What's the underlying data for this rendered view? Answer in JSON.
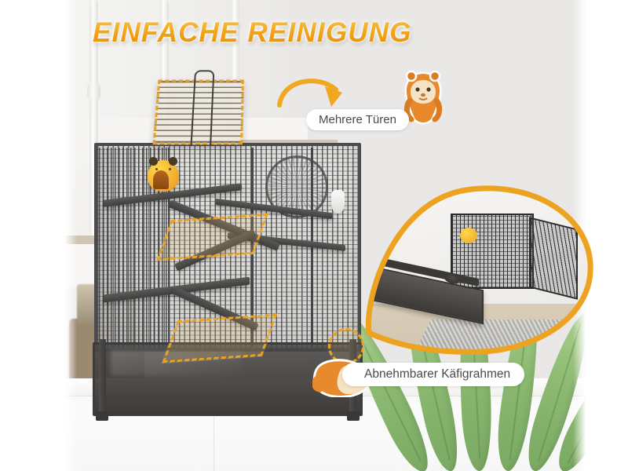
{
  "headline": {
    "text": "EINFACHE REINIGUNG",
    "color": "#f0a01a",
    "outline_color": "#ffffff"
  },
  "callouts": [
    {
      "id": "multiple-doors",
      "label": "Mehrere Türen",
      "mascot": "standing-hamster-icon",
      "pointer": "curved-arrow-icon",
      "text_color": "#4a4a4a",
      "background": "#ffffff"
    },
    {
      "id": "removable-frame",
      "label": "Abnehmbarer Käfigrahmen",
      "mascot": "sleeping-hamster-icon",
      "text_color": "#4a4a4a",
      "background": "#ffffff"
    }
  ],
  "highlights": {
    "accent_color": "#eda31f",
    "style": "dashed",
    "items": [
      {
        "id": "top-door",
        "shape": "rectangle"
      },
      {
        "id": "upper-side-door",
        "shape": "parallelogram"
      },
      {
        "id": "lower-side-door",
        "shape": "parallelogram"
      },
      {
        "id": "latch-detail",
        "shape": "circle"
      }
    ]
  },
  "inset": {
    "id": "removable-tray-closeup",
    "border_color": "#eda31f",
    "shape": "teardrop-bubble",
    "subject": "cage with pull-out base tray removed"
  },
  "product": {
    "name": "small-animal-cage",
    "frame_color": "#4b4b4d",
    "base_color": "#3d3b39",
    "accessories": [
      "hamster-house-icon",
      "exercise-wheel-icon",
      "water-bottle-icon",
      "platform",
      "ramp"
    ]
  },
  "scene": {
    "background": "staircase-and-white-cabinet",
    "props": [
      "wicker-basket",
      "green-plant"
    ],
    "wall_color": "#e8e7e5",
    "page_background": "#ffffff"
  }
}
